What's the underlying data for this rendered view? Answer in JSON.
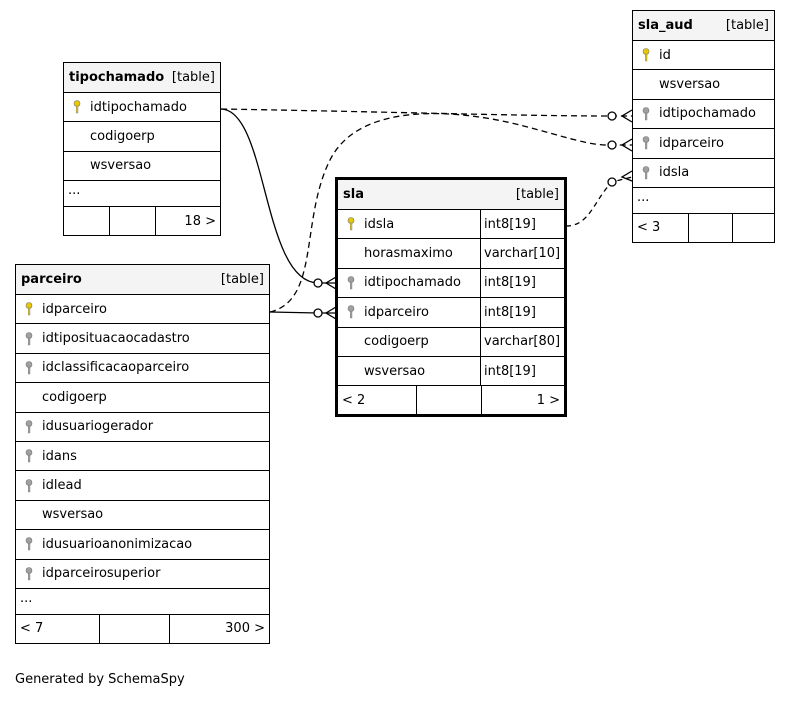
{
  "tables": {
    "tipochamado": {
      "name": "tipochamado",
      "kind": "[table]",
      "cols": [
        {
          "name": "idtipochamado",
          "key": "primary"
        },
        {
          "name": "codigoerp",
          "key": "none"
        },
        {
          "name": "wsversao",
          "key": "none"
        }
      ],
      "more": "...",
      "foot": [
        "",
        "",
        "18 >"
      ]
    },
    "sla_aud": {
      "name": "sla_aud",
      "kind": "[table]",
      "cols": [
        {
          "name": "id",
          "key": "primary"
        },
        {
          "name": "wsversao",
          "key": "none"
        },
        {
          "name": "idtipochamado",
          "key": "foreign"
        },
        {
          "name": "idparceiro",
          "key": "foreign"
        },
        {
          "name": "idsla",
          "key": "foreign"
        }
      ],
      "more": "...",
      "foot": [
        "< 3",
        "",
        ""
      ]
    },
    "sla": {
      "name": "sla",
      "kind": "[table]",
      "cols": [
        {
          "name": "idsla",
          "type": "int8[19]",
          "key": "primary"
        },
        {
          "name": "horasmaximo",
          "type": "varchar[10]",
          "key": "none"
        },
        {
          "name": "idtipochamado",
          "type": "int8[19]",
          "key": "foreign"
        },
        {
          "name": "idparceiro",
          "type": "int8[19]",
          "key": "foreign"
        },
        {
          "name": "codigoerp",
          "type": "varchar[80]",
          "key": "none"
        },
        {
          "name": "wsversao",
          "type": "int8[19]",
          "key": "none"
        }
      ],
      "foot": [
        "< 2",
        "",
        "1 >"
      ]
    },
    "parceiro": {
      "name": "parceiro",
      "kind": "[table]",
      "cols": [
        {
          "name": "idparceiro",
          "key": "primary"
        },
        {
          "name": "idtiposituacaocadastro",
          "key": "foreign"
        },
        {
          "name": "idclassificacaoparceiro",
          "key": "foreign"
        },
        {
          "name": "codigoerp",
          "key": "none"
        },
        {
          "name": "idusuariogerador",
          "key": "foreign"
        },
        {
          "name": "idans",
          "key": "foreign"
        },
        {
          "name": "idlead",
          "key": "foreign"
        },
        {
          "name": "wsversao",
          "key": "none"
        },
        {
          "name": "idusuarioanonimizacao",
          "key": "foreign"
        },
        {
          "name": "idparceirosuperior",
          "key": "foreign"
        }
      ],
      "more": "...",
      "foot": [
        "< 7",
        "",
        "300 >"
      ]
    }
  },
  "colors": {
    "primary_key": "#e8c800",
    "foreign_key": "#a0a0a0",
    "header_bg": "#f4f4f4"
  },
  "footer": "Generated by SchemaSpy"
}
